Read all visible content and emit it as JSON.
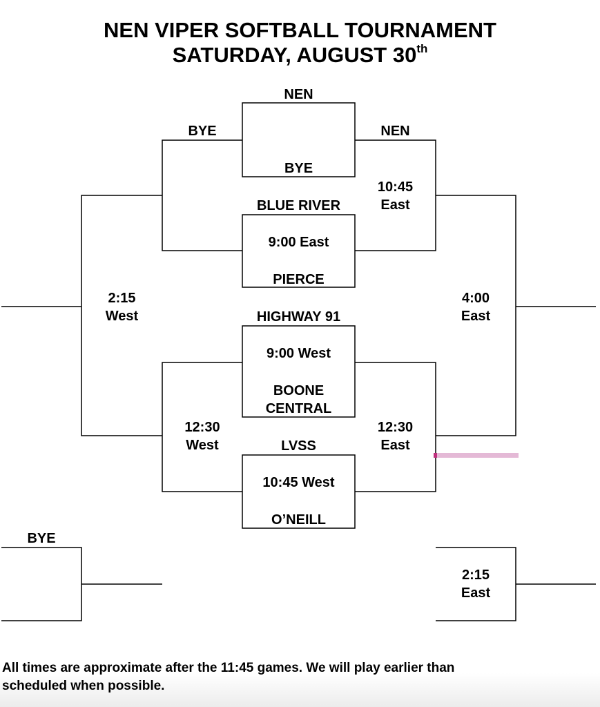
{
  "header": {
    "line1": "NEN VIPER SOFTBALL TOURNAMENT",
    "line2": "SATURDAY, AUGUST 30",
    "line2_sup": "th"
  },
  "teams": {
    "nen": "NEN",
    "bye_vs_nen": "BYE",
    "blue_river": "BLUE RIVER",
    "pierce": "PIERCE",
    "highway_91": "HIGHWAY 91",
    "boone_central_line1": "BOONE",
    "boone_central_line2": "CENTRAL",
    "lvss": "LVSS",
    "oneill": "O’NEILL"
  },
  "games": {
    "blue_river_pierce": "9:00 East",
    "highway91_boone": "9:00 West",
    "lvss_oneill": "10:45 West",
    "nen_bye_advance_winner": "NEN",
    "upper_left_bye": "BYE",
    "right_semi_top": {
      "time": "10:45",
      "field": "East"
    },
    "right_semi_bottom": {
      "time": "12:30",
      "field": "East"
    },
    "left_semi_bottom": {
      "time": "12:30",
      "field": "West"
    },
    "left_final": {
      "time": "2:15",
      "field": "West"
    },
    "right_final": {
      "time": "4:00",
      "field": "East"
    },
    "lower_left_bye": "BYE",
    "lower_right": {
      "time": "2:15",
      "field": "East"
    }
  },
  "footer": {
    "note_line1": "All times are approximate after the 11:45 games.  We will play earlier than",
    "note_line2": "scheduled when possible."
  },
  "colors": {
    "line": "#000000",
    "highlight": "#e4b9d6",
    "highlight_dot": "#c0307e"
  }
}
